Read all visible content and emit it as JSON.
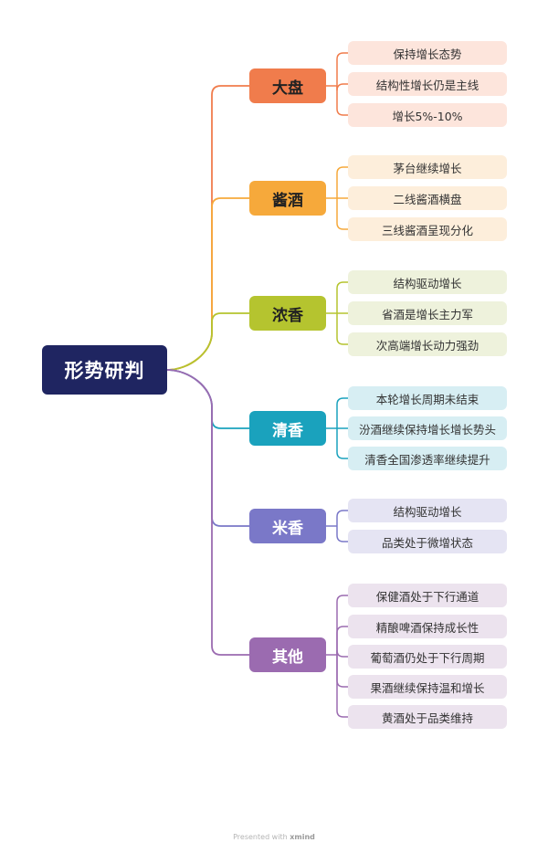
{
  "colors": {
    "root_bg": "#1f2561",
    "dapan": "#f07c4c",
    "jiangxiang": "#f6a93b",
    "nongxiang": "#b5c42f",
    "qingxiang": "#1aa2bd",
    "mixiang": "#7a78c8",
    "qita": "#9b6bb0"
  },
  "root": {
    "label": "形势研判"
  },
  "branches": [
    {
      "label": "大盘",
      "color": "#f07c4c",
      "leaf_bg": "#fde5dc",
      "text_dark": true,
      "leaves": [
        "保持增长态势",
        "结构性增长仍是主线",
        "增长5%-10%"
      ]
    },
    {
      "label": "酱酒",
      "color": "#f6a93b",
      "leaf_bg": "#fdeedb",
      "text_dark": true,
      "leaves": [
        "茅台继续增长",
        "二线酱酒横盘",
        "三线酱酒呈现分化"
      ]
    },
    {
      "label": "浓香",
      "color": "#b5c42f",
      "leaf_bg": "#eef2dc",
      "text_dark": true,
      "leaves": [
        "结构驱动增长",
        "省酒是增长主力军",
        "次高端增长动力强劲"
      ]
    },
    {
      "label": "清香",
      "color": "#1aa2bd",
      "leaf_bg": "#d7eef3",
      "text_dark": false,
      "leaves": [
        "本轮增长周期未结束",
        "汾酒继续保持增长增长势头",
        "清香全国渗透率继续提升"
      ]
    },
    {
      "label": "米香",
      "color": "#7a78c8",
      "leaf_bg": "#e5e4f3",
      "text_dark": false,
      "leaves": [
        "结构驱动增长",
        "品类处于微增状态"
      ]
    },
    {
      "label": "其他",
      "color": "#9b6bb0",
      "leaf_bg": "#ece3ee",
      "text_dark": false,
      "leaves": [
        "保健酒处于下行通道",
        "精酿啤酒保持成长性",
        "葡萄酒仍处于下行周期",
        "果酒继续保持温和增长",
        "黄酒处于品类维持"
      ]
    }
  ],
  "footer": {
    "prefix": "Presented with",
    "brand": "xmind"
  }
}
